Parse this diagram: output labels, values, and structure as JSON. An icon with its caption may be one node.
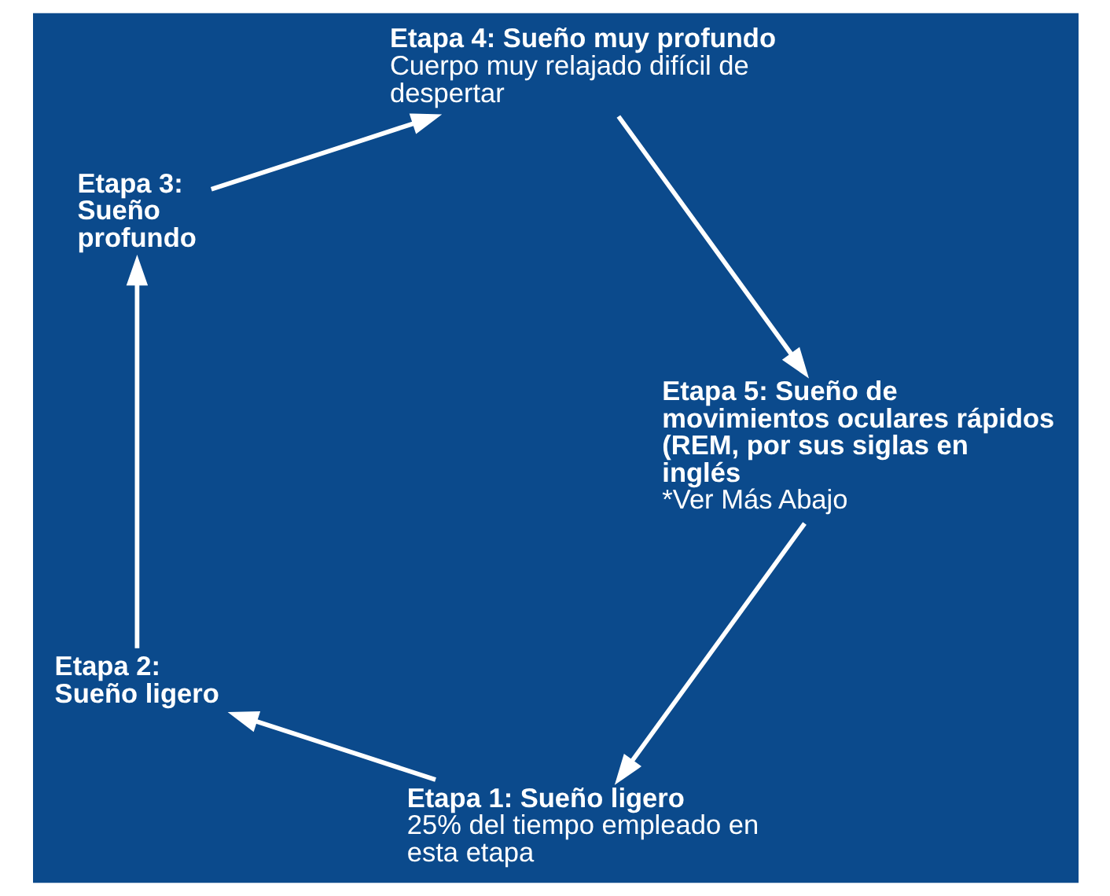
{
  "diagram": {
    "nodes": [
      {
        "text": [
          "Etapa 1: Sueño ligero",
          "25% del tiempo empleado en esta etapa"
        ]
      },
      {
        "text": [
          "Etapa 2: Sueño ligero"
        ]
      },
      {
        "text": [
          "Etapa 3: Sueño profundo"
        ]
      },
      {
        "text": [
          "Etapa 4: Sueño muy profundo",
          "Cuerpo muy relajado difícil de despertar"
        ]
      },
      {
        "text": [
          "Etapa 5: Sueño de movimientos oculares rápidos (REM, por sus siglas en inglés",
          "*Ver Más Abajo"
        ]
      }
    ],
    "edges": [
      {
        "from": 0,
        "to": 1,
        "arrow": "to"
      },
      {
        "from": 1,
        "to": 2,
        "arrow": "to"
      },
      {
        "from": 2,
        "to": 3,
        "arrow": "to"
      },
      {
        "from": 3,
        "to": 4,
        "arrow": "to"
      },
      {
        "from": 4,
        "to": 0,
        "arrow": "to"
      }
    ]
  }
}
